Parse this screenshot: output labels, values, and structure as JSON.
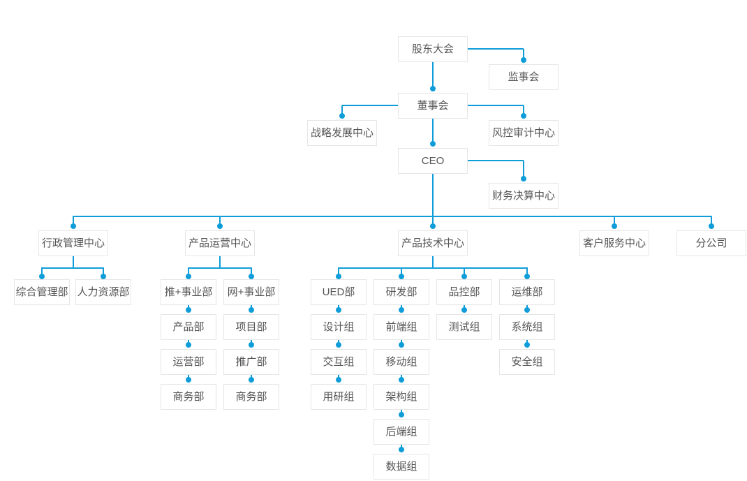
{
  "colors": {
    "line": "#0f9dd9",
    "box_border": "#e6e6e6",
    "text": "#555555",
    "background": "#ffffff"
  },
  "diagram": {
    "type": "org-chart",
    "nodes": {
      "shareholders_meeting": "股东大会",
      "supervisory_board": "监事会",
      "board_of_directors": "董事会",
      "strategy_development_center": "战略发展中心",
      "risk_audit_center": "风控审计中心",
      "ceo": "CEO",
      "financial_settlement_center": "财务决算中心",
      "admin_management_center": "行政管理中心",
      "product_operation_center": "产品运营中心",
      "product_tech_center": "产品技术中心",
      "customer_service_center": "客户服务中心",
      "branch_company": "分公司",
      "general_management_dept": "综合管理部",
      "hr_dept": "人力资源部",
      "tui_plus_business_dept": "推+事业部",
      "wang_plus_business_dept": "网+事业部",
      "ued_dept": "UED部",
      "rd_dept": "研发部",
      "qc_dept": "品控部",
      "ops_dept": "运维部",
      "product_dept": "产品部",
      "project_dept": "项目部",
      "design_group": "设计组",
      "frontend_group": "前端组",
      "test_group": "测试组",
      "system_group": "系统组",
      "operation_dept": "运营部",
      "promotion_dept": "推广部",
      "interaction_group": "交互组",
      "mobile_group": "移动组",
      "security_group": "安全组",
      "business_dept_left": "商务部",
      "business_dept_right": "商务部",
      "user_research_group": "用研组",
      "architecture_group": "架构组",
      "backend_group": "后端组",
      "data_group": "数据组"
    },
    "tree": {
      "股东大会": [
        "监事会",
        "董事会"
      ],
      "董事会": [
        "战略发展中心",
        "风控审计中心",
        "CEO"
      ],
      "CEO": [
        "财务决算中心",
        "行政管理中心",
        "产品运营中心",
        "产品技术中心",
        "客户服务中心",
        "分公司"
      ],
      "行政管理中心": [
        "综合管理部",
        "人力资源部"
      ],
      "产品运营中心": [
        "推+事业部",
        "网+事业部"
      ],
      "产品技术中心": [
        "UED部",
        "研发部",
        "品控部",
        "运维部"
      ]
    },
    "chains": [
      [
        "推+事业部",
        "产品部",
        "运营部",
        "商务部"
      ],
      [
        "网+事业部",
        "项目部",
        "推广部",
        "商务部"
      ],
      [
        "UED部",
        "设计组",
        "交互组",
        "用研组"
      ],
      [
        "研发部",
        "前端组",
        "移动组",
        "架构组",
        "后端组",
        "数据组"
      ],
      [
        "品控部",
        "测试组"
      ],
      [
        "运维部",
        "系统组",
        "安全组"
      ]
    ]
  }
}
